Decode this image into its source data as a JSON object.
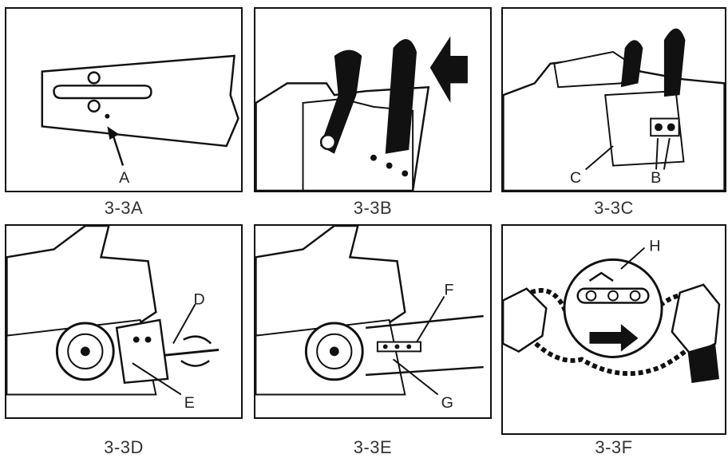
{
  "panels": [
    {
      "caption": "3-3A",
      "labels": [
        "A"
      ]
    },
    {
      "caption": "3-3B",
      "labels": []
    },
    {
      "caption": "3-3C",
      "labels": [
        "C",
        "B"
      ]
    },
    {
      "caption": "3-3D",
      "labels": [
        "D",
        "E"
      ]
    },
    {
      "caption": "3-3E",
      "labels": [
        "F",
        "G"
      ]
    },
    {
      "caption": "3-3F",
      "labels": [
        "H"
      ]
    }
  ]
}
